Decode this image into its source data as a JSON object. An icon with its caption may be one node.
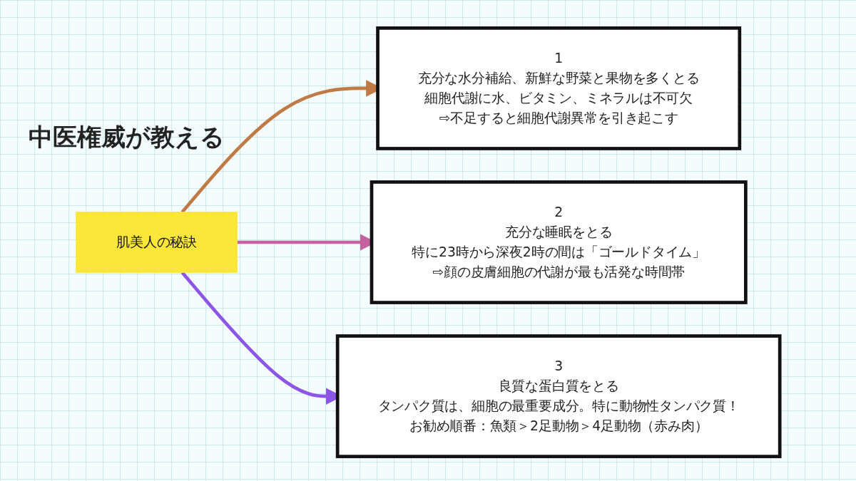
{
  "diagram": {
    "title": "中医権威が教える",
    "nodes": [
      {
        "text": [
          "肌美人の秘訣"
        ]
      },
      {
        "text": [
          "1",
          "充分な水分補給、新鮮な野菜と果物を多くとる",
          "細胞代謝に水、ビタミン、ミネラルは不可欠",
          "⇨不足すると細胞代謝異常を引き起こす"
        ]
      },
      {
        "text": [
          "2",
          "充分な睡眠をとる",
          "特に23時から深夜2時の間は「ゴールドタイム」",
          "⇨顔の皮膚細胞の代謝が最も活発な時間帯"
        ]
      },
      {
        "text": [
          "3",
          "良質な蛋白質をとる",
          "タンパク質は、細胞の最重要成分。特に動物性タンパク質！",
          "お勧め順番：魚類＞2足動物＞4足動物（赤み肉）"
        ]
      }
    ],
    "edges": [
      {
        "from": 0,
        "to": 1,
        "arrow": "to",
        "color": "#c07a45"
      },
      {
        "from": 0,
        "to": 2,
        "arrow": "to",
        "color": "#c462a0"
      },
      {
        "from": 0,
        "to": 3,
        "arrow": "to",
        "color": "#8d55e6"
      }
    ]
  }
}
